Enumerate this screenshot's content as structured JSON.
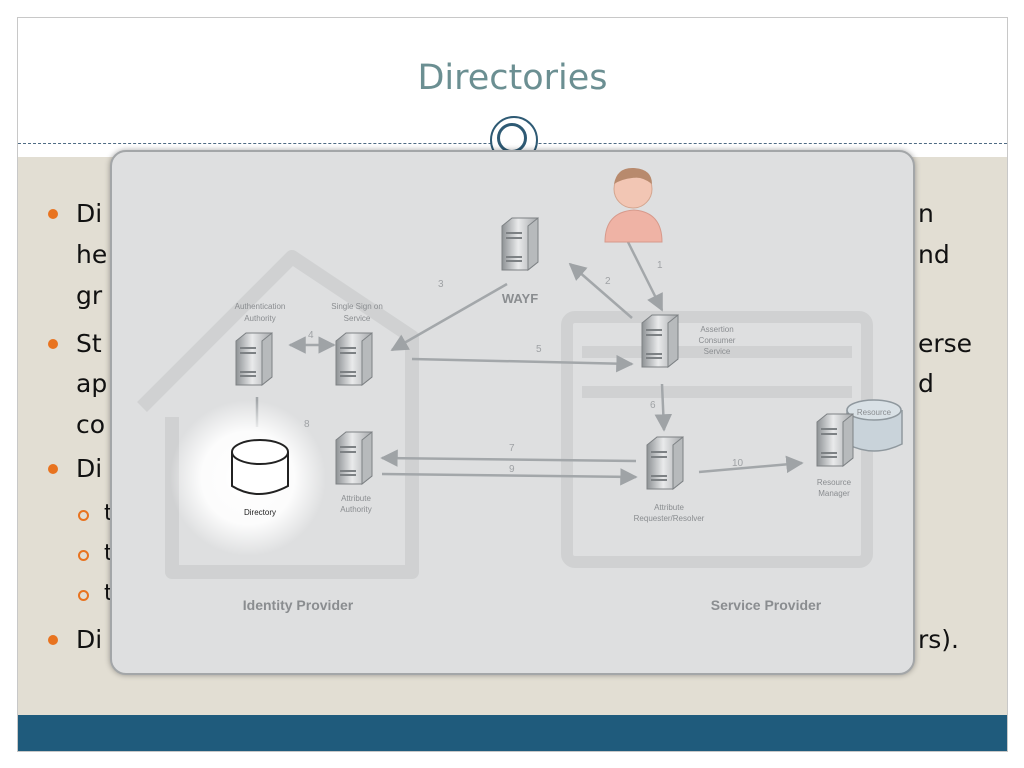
{
  "slide": {
    "title": "Directories",
    "bullets_visible_fragments": [
      {
        "text": "Di"
      },
      {
        "text": "he"
      },
      {
        "text": "gr"
      },
      {
        "text": "St"
      },
      {
        "text": "ap"
      },
      {
        "text": "co"
      },
      {
        "text": "Di"
      },
      {
        "text": "Di"
      }
    ],
    "sub_bullet_fragments": [
      "t",
      "t",
      "t"
    ],
    "right_fragments": [
      "n",
      "nd",
      "erse",
      "d",
      "rs)."
    ]
  },
  "diagram": {
    "user_icon": "user-icon",
    "servers": {
      "wayf": "WAYF",
      "authentication_authority": "Authentication Authority",
      "single_sign_on_service": "Single Sign on Service",
      "assertion_consumer_service": "Assertion Consumer Service",
      "attribute_authority": "Attribute Authority",
      "attribute_requester_resolver": "Attribute Requester/Resolver",
      "resource_manager": "Resource Manager",
      "resource": "Resource",
      "directory": "Directory"
    },
    "groups": {
      "identity_provider": "Identity Provider",
      "service_provider": "Service Provider"
    },
    "steps": {
      "s1": "1",
      "s2": "2",
      "s3": "3",
      "s4": "4",
      "s5": "5",
      "s6": "6",
      "s7": "7",
      "s8": "8",
      "s9": "9",
      "s10": "10"
    }
  },
  "colors": {
    "title": "#6b8f92",
    "content_bg": "#e2ded3",
    "footer": "#1f5b7c",
    "bullet": "#e8731f",
    "panel_bg": "#dedfe0"
  }
}
